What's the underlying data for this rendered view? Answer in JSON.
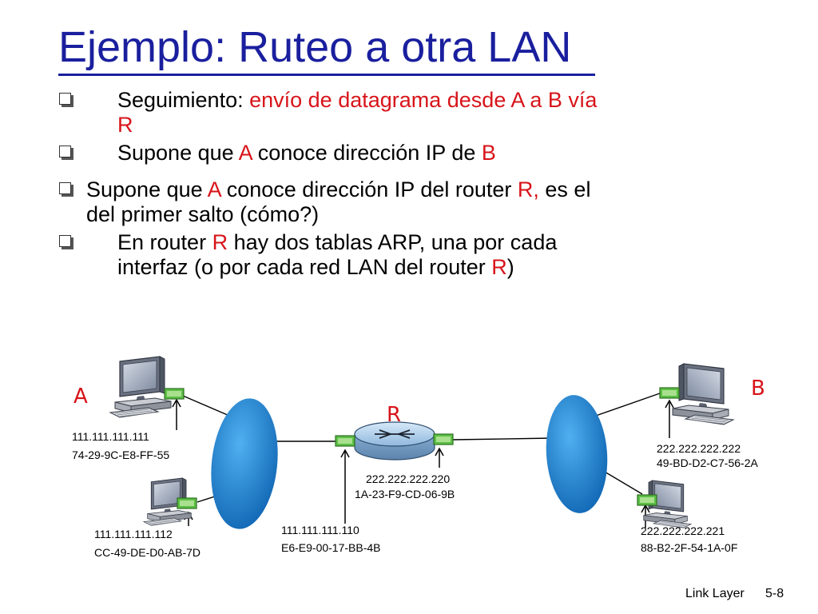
{
  "slide": {
    "title": "Ejemplo: Ruteo a otra LAN",
    "bullets": [
      {
        "line1_prefix": "Seguimiento: ",
        "line1_red": "envío de datagrama desde A a B vía",
        "line2_red": "R"
      },
      {
        "t1": "Supone que ",
        "t2": "A",
        "t3": " conoce dirección IP de ",
        "t4": "B"
      },
      {
        "t1": "Supone que ",
        "t2": "A",
        "t3": " conoce dirección IP del router ",
        "t4": "R,",
        "t5": " es el",
        "line2": "del primer salto  (cómo?)"
      },
      {
        "t1": "En router ",
        "t2": "R",
        "t3": " hay dos tablas ARP, una por cada",
        "l2a": "interfaz (o por cada red LAN del router ",
        "l2b": "R",
        "l2c": ")"
      }
    ]
  },
  "diagram": {
    "labels": {
      "host_a": "A",
      "host_b": "B",
      "router": "R"
    },
    "addresses": {
      "a_ip": "111.111.111.111",
      "a_mac": "74-29-9C-E8-FF-55",
      "a2_ip": "111.111.111.112",
      "a2_mac": "CC-49-DE-D0-AB-7D",
      "r_left_ip": "111.111.111.110",
      "r_left_mac": "E6-E9-00-17-BB-4B",
      "r_right_ip": "222.222.222.220",
      "r_right_mac": "1A-23-F9-CD-06-9B",
      "b_ip": "222.222.222.222",
      "b_mac": "49-BD-D2-C7-56-2A",
      "b2_ip": "222.222.222.221",
      "b2_mac": "88-B2-2F-54-1A-0F"
    }
  },
  "footer": {
    "chapter": "Link Layer",
    "page": "5-8"
  },
  "colors": {
    "title": "#1a1f9e",
    "accent_red": "#d7141a",
    "nic_green": "#5cbf45",
    "lan_blue": "#1e84d6",
    "router_blue": "#9fc4e6"
  }
}
